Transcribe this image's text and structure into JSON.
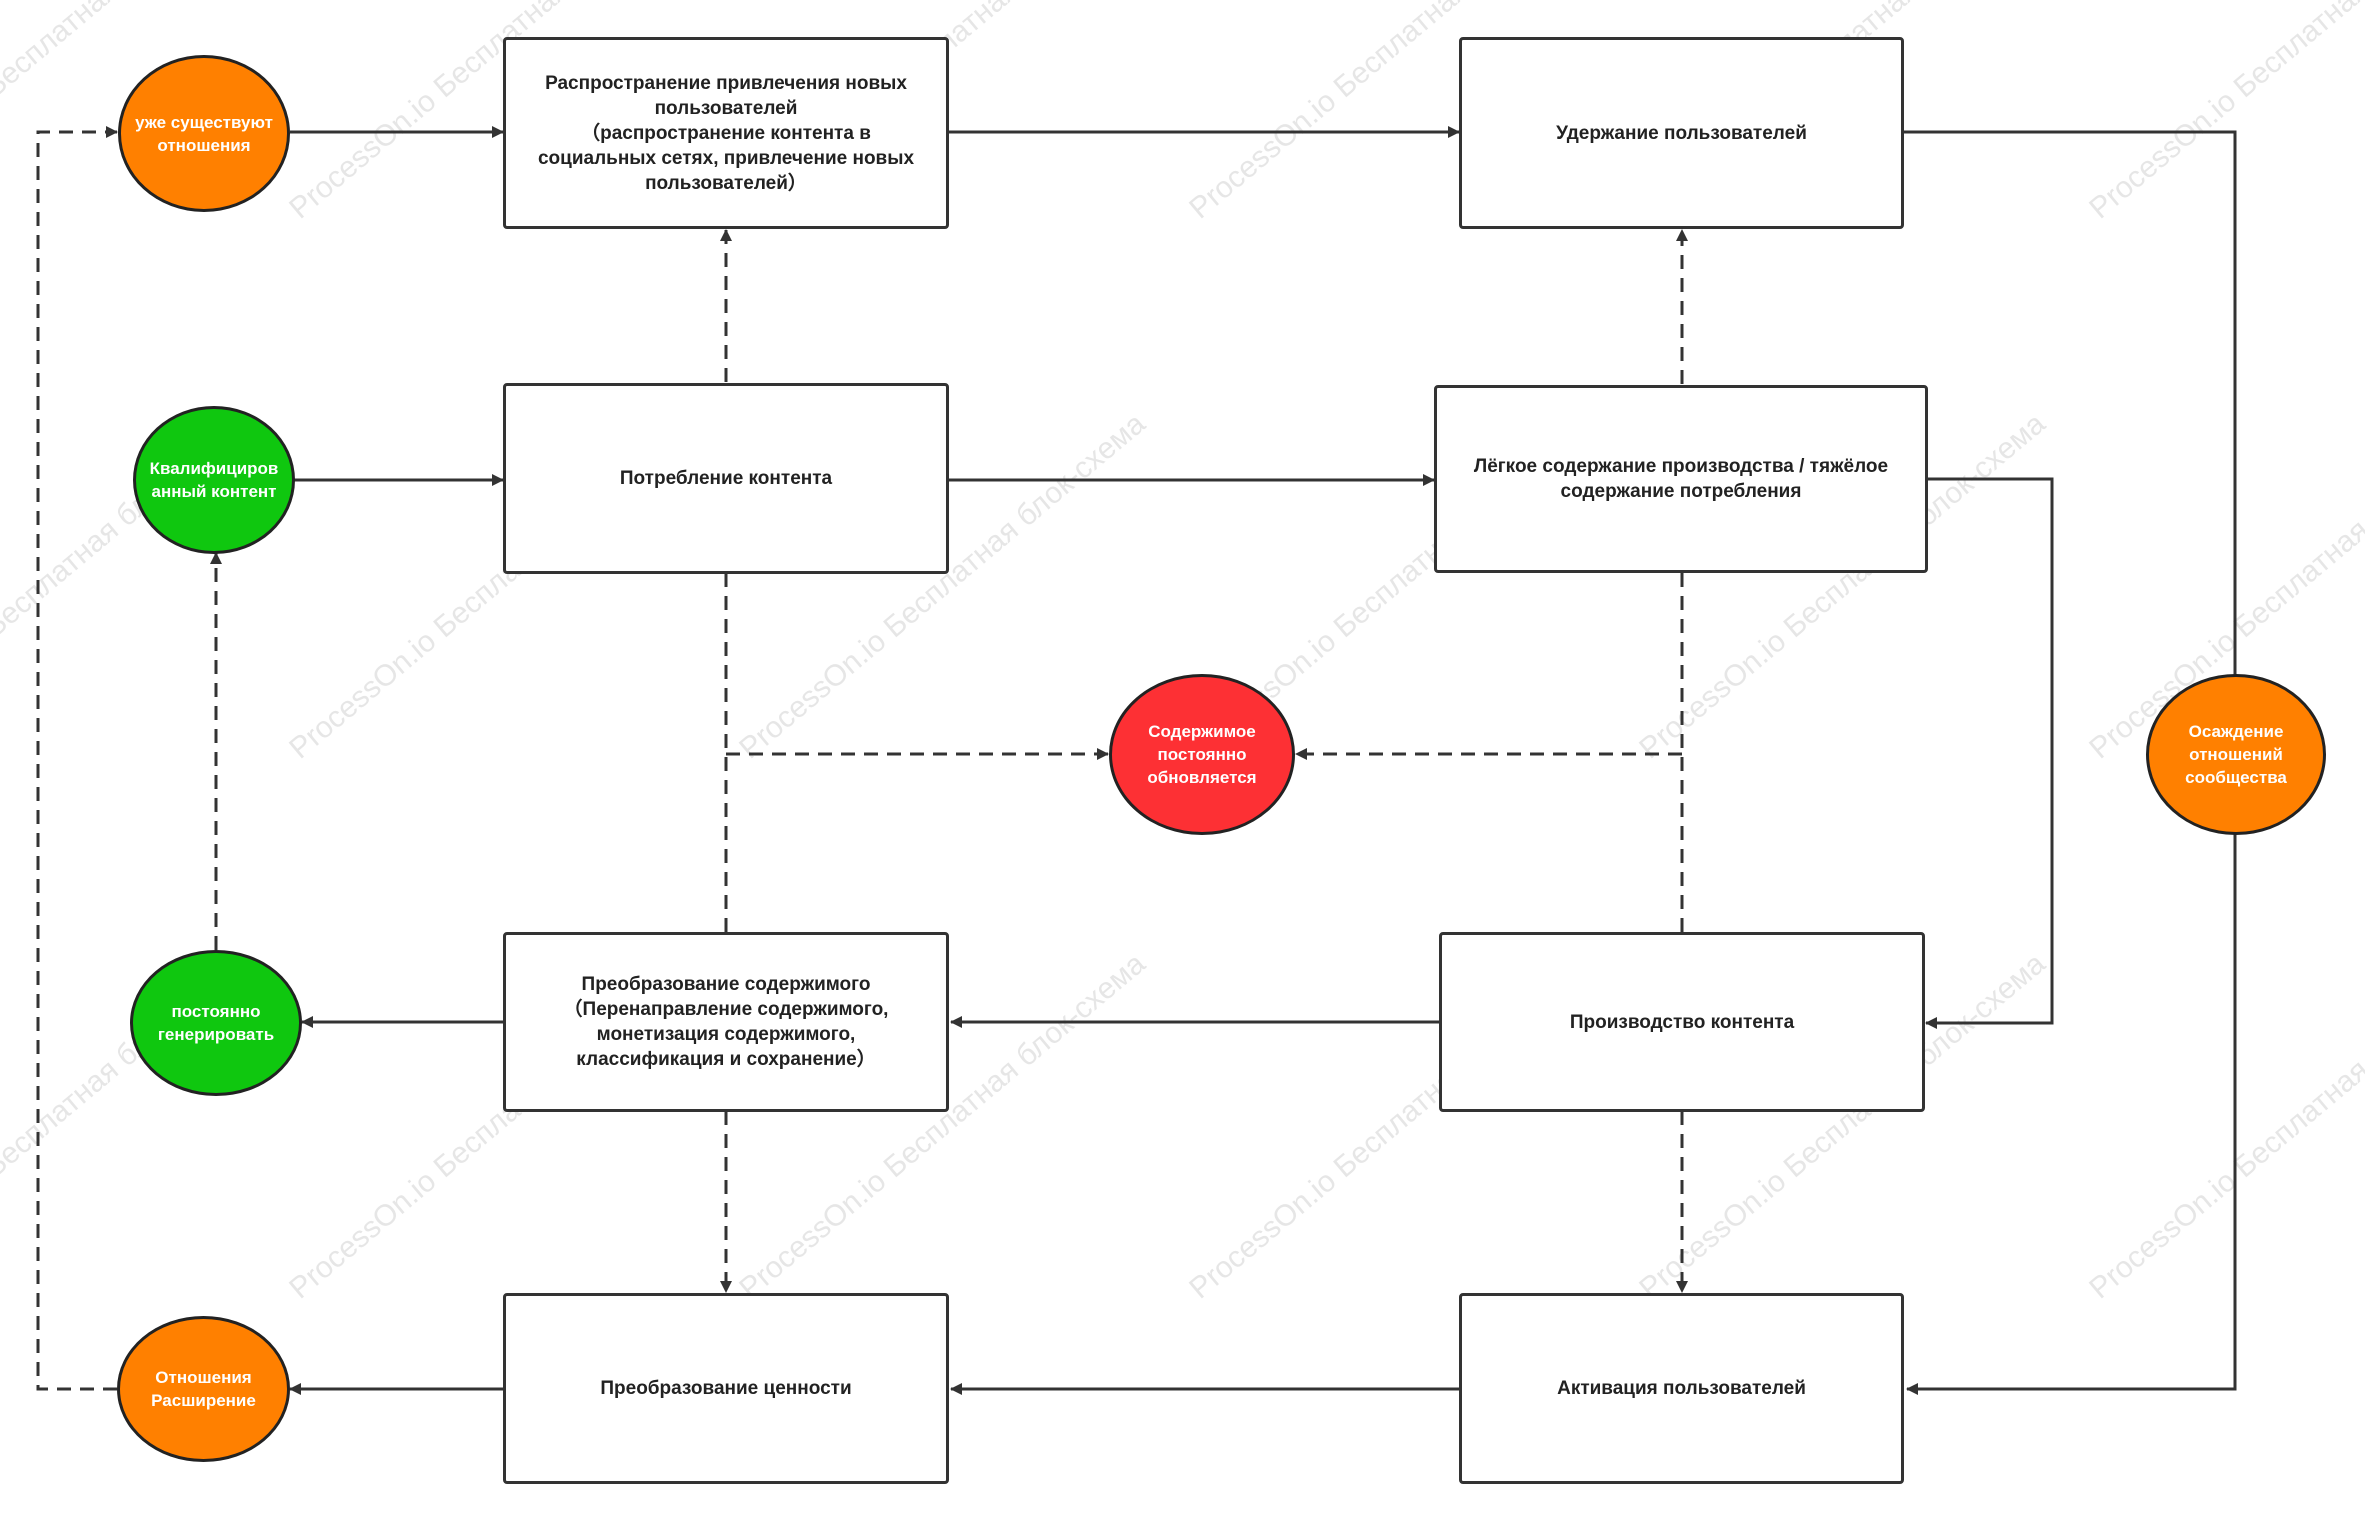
{
  "colors": {
    "orange": "#ff8000",
    "green": "#0fc70f",
    "red": "#fd3034",
    "stroke": "#333333"
  },
  "watermark": "ProcessOn.io Бесплатная блок-схема",
  "boxes": {
    "spread": "Распространение привлечения новых пользователей\n（распространение контента в социальных сетях, привлечение новых пользователей）",
    "retention": "Удержание пользователей",
    "consumption": "Потребление контента",
    "light_heavy": "Лёгкое содержание производства / тяжёлое содержание потребления",
    "transform_content": "Преобразование содержимого\n（Перенаправление содержимого, монетизация содержимого, классификация и сохранение）",
    "production": "Производство контента",
    "value": "Преобразование ценности",
    "activation": "Активация пользователей"
  },
  "circles": {
    "existing_relations": "уже существуют отношения",
    "qualified_content": "Квалифициров анный контент",
    "content_updating": "Содержимое постоянно обновляется",
    "community": "Осаждение отношений сообщества",
    "generate": "постоянно генерировать",
    "relations_expand": "Отношения Расширение"
  }
}
